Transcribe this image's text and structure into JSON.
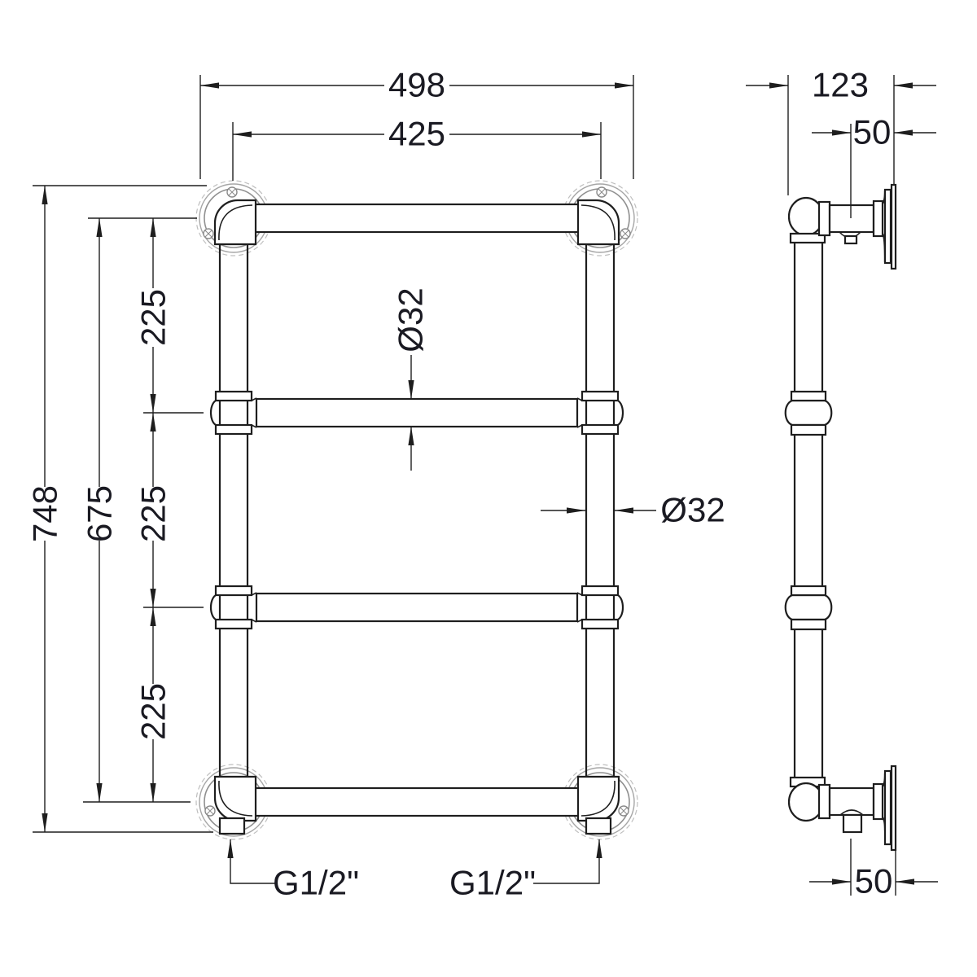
{
  "drawing": {
    "type": "technical-dimension-drawing",
    "views": [
      "front",
      "side"
    ],
    "dims": {
      "overall_width": "498",
      "fixing_centres_width": "425",
      "overall_height": "748",
      "fixing_centres_height": "675",
      "rail_pitch_top": "225",
      "rail_pitch_middle": "225",
      "rail_pitch_bottom": "225",
      "rail_diameter": "Ø32",
      "upright_diameter": "Ø32",
      "connection_left": "G1/2\"",
      "connection_right": "G1/2\"",
      "depth_overall": "123",
      "wall_to_fixing_top": "50",
      "wall_to_fixing_bottom": "50"
    },
    "colors": {
      "outline": "#1e1e1e",
      "flange_detail": "#8f8f8f",
      "dimension_text": "#1a1a22",
      "background": "#ffffff"
    }
  }
}
